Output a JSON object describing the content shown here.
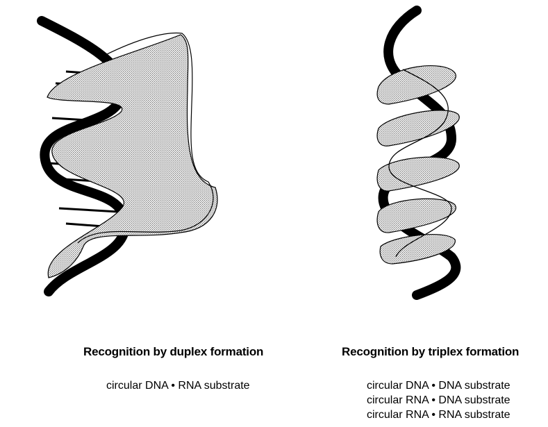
{
  "left_panel": {
    "heading": "Recognition by duplex formation",
    "lines": [
      "circular DNA • RNA substrate"
    ]
  },
  "right_panel": {
    "heading": "Recognition by triplex formation",
    "lines": [
      "circular DNA • DNA substrate",
      "circular RNA • DNA substrate",
      "circular RNA • RNA substrate"
    ]
  },
  "colors": {
    "strand_dark": "#000000",
    "strand_light_stipple": "#bdbdbd",
    "background": "#ffffff"
  }
}
